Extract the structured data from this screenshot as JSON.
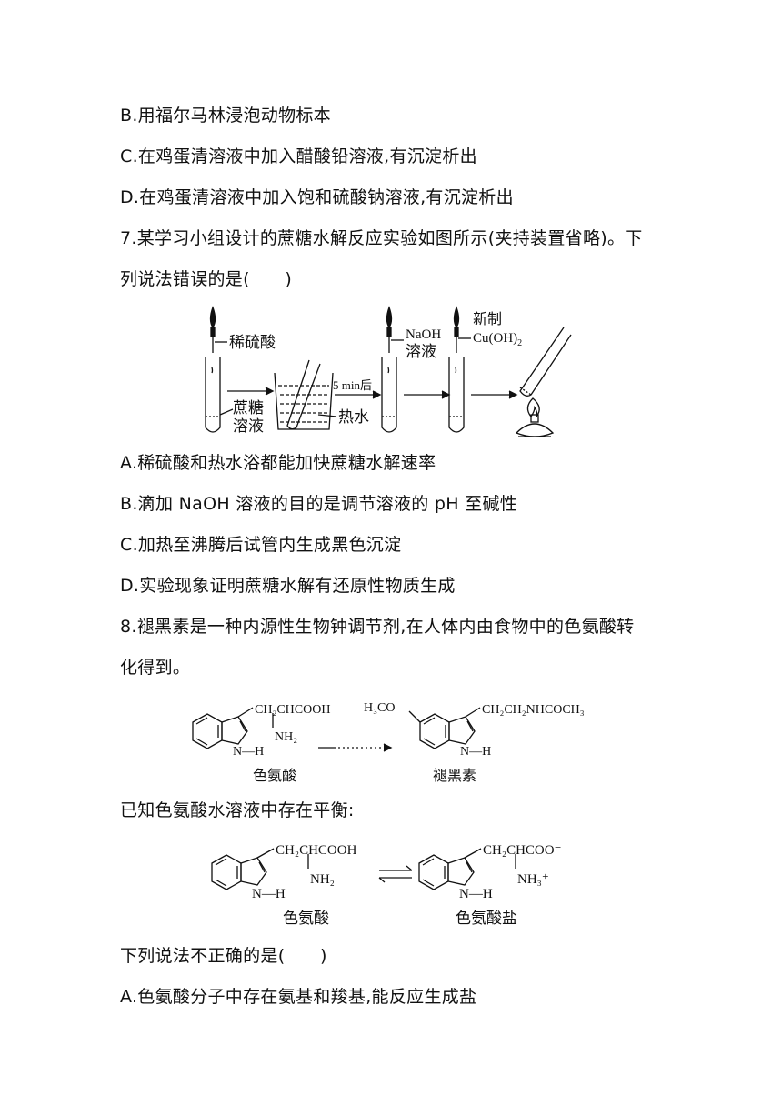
{
  "lines": [
    "B.用福尔马林浸泡动物标本",
    "C.在鸡蛋清溶液中加入醋酸铅溶液,有沉淀析出",
    "D.在鸡蛋清溶液中加入饱和硫酸钠溶液,有沉淀析出",
    "7.某学习小组设计的蔗糖水解反应实验如图所示(夹持装置省略)。下",
    "列说法错误的是(　　)",
    "A.稀硫酸和热水浴都能加快蔗糖水解速率",
    "B.滴加 NaOH 溶液的目的是调节溶液的 pH 至碱性",
    "C.加热至沸腾后试管内生成黑色沉淀",
    "D.实验现象证明蔗糖水解有还原性物质生成",
    "8.褪黑素是一种内源性生物钟调节剂,在人体内由食物中的色氨酸转",
    "化得到。",
    "已知色氨酸水溶液中存在平衡:",
    "下列说法不正确的是(　　)",
    "A.色氨酸分子中存在氨基和羧基,能反应生成盐"
  ],
  "fig1": {
    "acid": "稀硫酸",
    "sugar1": "蔗糖",
    "sugar2": "溶液",
    "time": "5 min后",
    "hot": "热水",
    "naoh1": "NaOH",
    "naoh2": "溶液",
    "cu1": "新制",
    "cu2": "Cu(OH)",
    "cu2sub": "2"
  },
  "fig2": {
    "trp_chain": "CH₂CHCOOH",
    "trp_nh2": "NH₂",
    "nh": "N—H",
    "mel_meo": "H₃CO",
    "mel_chain": "CH₂CH₂NHCOCH₃",
    "trp_name": "色氨酸",
    "mel_name": "褪黑素"
  },
  "fig3": {
    "trp_chain": "CH₂CHCOOH",
    "trp_nh2": "NH₂",
    "salt_chain": "CH₂CHCOO⁻",
    "salt_nh3": "NH₃⁺",
    "nh": "N—H",
    "trp_name": "色氨酸",
    "salt_name": "色氨酸盐"
  }
}
